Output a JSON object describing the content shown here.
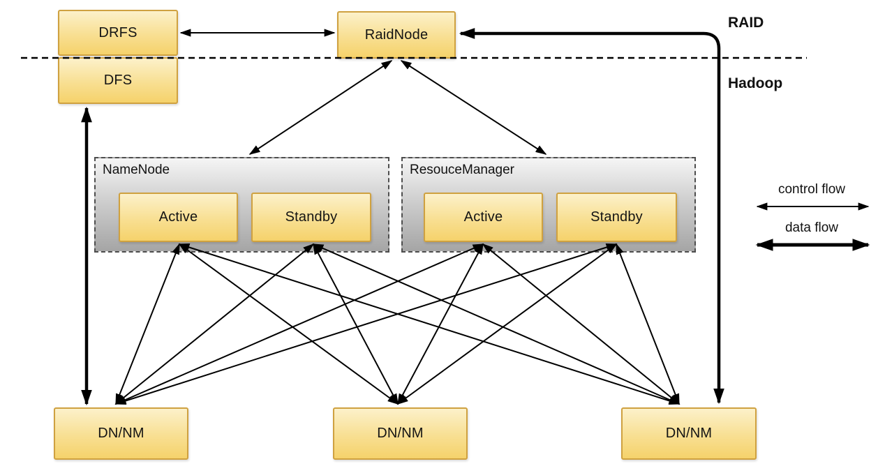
{
  "diagram": {
    "zones": {
      "raid_label": "RAID",
      "hadoop_label": "Hadoop"
    },
    "nodes": {
      "drfs": "DRFS",
      "dfs": "DFS",
      "raidnode": "RaidNode",
      "namenode": {
        "title": "NameNode",
        "active": "Active",
        "standby": "Standby"
      },
      "resourcemanager": {
        "title": "ResouceManager",
        "active": "Active",
        "standby": "Standby"
      },
      "datanodes": [
        "DN/NM",
        "DN/NM",
        "DN/NM"
      ]
    },
    "legend": {
      "control_label": "control flow",
      "data_label": "data flow"
    },
    "colors": {
      "box_fill_top": "#FCF1CA",
      "box_fill_bottom": "#F5D26B",
      "box_border": "#CFA140",
      "container_fill_top": "#F5F5F5",
      "container_fill_bottom": "#A5A5A5",
      "container_border": "#4D4D4D",
      "arrow": "#000000",
      "text": "#111111"
    },
    "edges": [
      {
        "from": "DRFS",
        "to": "RaidNode",
        "type": "control",
        "bidirectional": true
      },
      {
        "from": "RaidNode",
        "to": "NameNode",
        "type": "control",
        "bidirectional": true
      },
      {
        "from": "RaidNode",
        "to": "ResouceManager",
        "type": "control",
        "bidirectional": true
      },
      {
        "from": "NameNode.Active",
        "to": "DN/NM-1",
        "type": "control",
        "bidirectional": true
      },
      {
        "from": "NameNode.Active",
        "to": "DN/NM-2",
        "type": "control",
        "bidirectional": true
      },
      {
        "from": "NameNode.Active",
        "to": "DN/NM-3",
        "type": "control",
        "bidirectional": true
      },
      {
        "from": "NameNode.Standby",
        "to": "DN/NM-1",
        "type": "control",
        "bidirectional": true
      },
      {
        "from": "NameNode.Standby",
        "to": "DN/NM-2",
        "type": "control",
        "bidirectional": true
      },
      {
        "from": "NameNode.Standby",
        "to": "DN/NM-3",
        "type": "control",
        "bidirectional": true
      },
      {
        "from": "ResouceManager.Active",
        "to": "DN/NM-1",
        "type": "control",
        "bidirectional": true
      },
      {
        "from": "ResouceManager.Active",
        "to": "DN/NM-2",
        "type": "control",
        "bidirectional": true
      },
      {
        "from": "ResouceManager.Active",
        "to": "DN/NM-3",
        "type": "control",
        "bidirectional": true
      },
      {
        "from": "ResouceManager.Standby",
        "to": "DN/NM-1",
        "type": "control",
        "bidirectional": true
      },
      {
        "from": "ResouceManager.Standby",
        "to": "DN/NM-2",
        "type": "control",
        "bidirectional": true
      },
      {
        "from": "ResouceManager.Standby",
        "to": "DN/NM-3",
        "type": "control",
        "bidirectional": true
      },
      {
        "from": "DFS",
        "to": "DN/NM-1",
        "type": "data",
        "bidirectional": true
      },
      {
        "from": "RaidNode",
        "to": "DN/NM-3",
        "type": "data",
        "bidirectional": true
      }
    ]
  }
}
